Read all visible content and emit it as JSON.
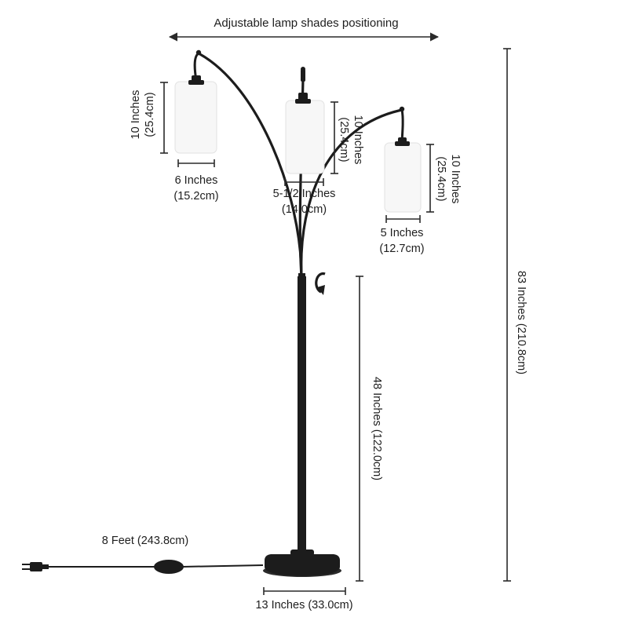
{
  "title": "Adjustable lamp shades positioning",
  "dimensions": {
    "left_shade_height": {
      "line1": "10 Inches",
      "line2": "(25.4cm)"
    },
    "left_shade_width": {
      "line1": "6 Inches",
      "line2": "(15.2cm)"
    },
    "center_shade_height": {
      "line1": "10 Inches",
      "line2": "(25.4cm)"
    },
    "center_shade_width": {
      "line1": "5-1/2 Inches",
      "line2": "(14.0cm)"
    },
    "right_shade_height": {
      "line1": "10 Inches",
      "line2": "(25.4cm)"
    },
    "right_shade_width": {
      "line1": "5 Inches",
      "line2": "(12.7cm)"
    },
    "lower_height": "48 Inches (122.0cm)",
    "total_height": "83 Inches (210.8cm)",
    "cord_length": "8 Feet (243.8cm)",
    "base_width": "13 Inches (33.0cm)"
  },
  "colors": {
    "lamp_metal": "#1c1c1c",
    "shade": "#f7f7f7",
    "dimension_line": "#2a2a2a"
  }
}
